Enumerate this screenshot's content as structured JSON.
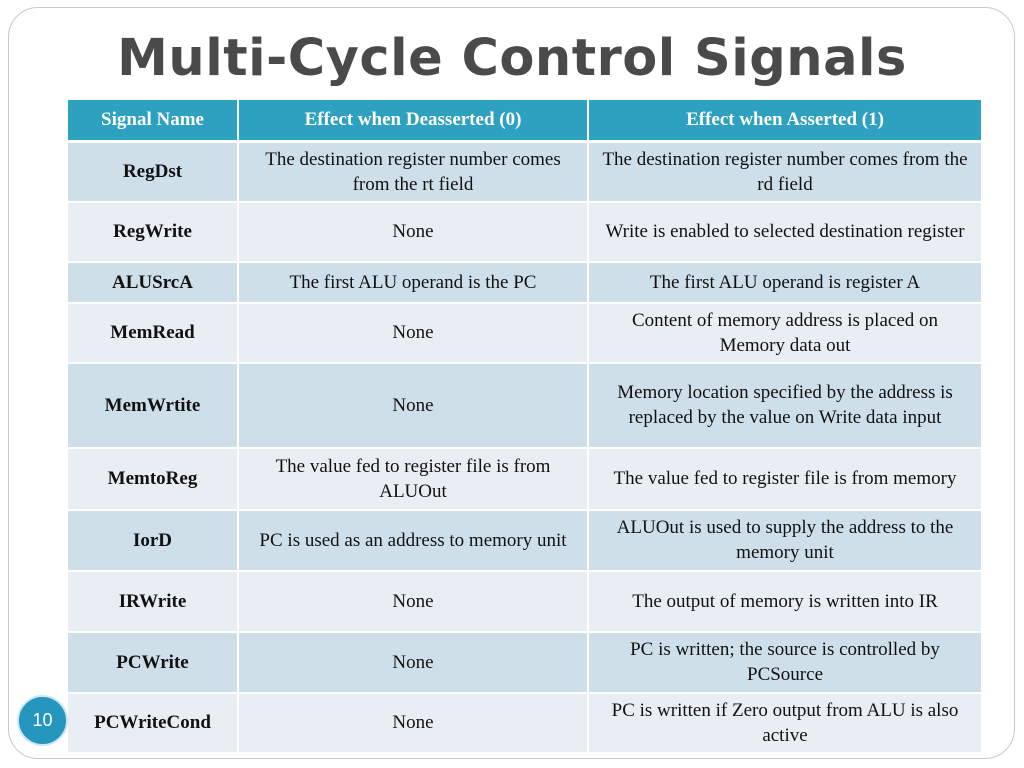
{
  "slide": {
    "title": "Multi-Cycle Control Signals",
    "page_number": "10"
  },
  "table": {
    "headers": [
      "Signal Name",
      "Effect when Deasserted (0)",
      "Effect when Asserted (1)"
    ],
    "rows": [
      {
        "signal": "RegDst",
        "deasserted": "The destination register number comes from the rt field",
        "asserted": "The destination register number comes from the rd field"
      },
      {
        "signal": "RegWrite",
        "deasserted": "None",
        "asserted": "Write is enabled to selected destination register"
      },
      {
        "signal": "ALUSrcA",
        "deasserted": "The first ALU operand is the PC",
        "asserted": "The first ALU operand is register A"
      },
      {
        "signal": "MemRead",
        "deasserted": "None",
        "asserted": "Content of memory address is placed on Memory data out"
      },
      {
        "signal": "MemWrtite",
        "deasserted": "None",
        "asserted": "Memory location specified by the address is replaced by the value on Write data input"
      },
      {
        "signal": "MemtoReg",
        "deasserted": "The value fed to register file is from ALUOut",
        "asserted": "The value fed to register file is from memory"
      },
      {
        "signal": "IorD",
        "deasserted": "PC is used as an address to memory unit",
        "asserted": "ALUOut is used to supply the address to the memory unit"
      },
      {
        "signal": "IRWrite",
        "deasserted": "None",
        "asserted": "The output of memory is written into IR"
      },
      {
        "signal": "PCWrite",
        "deasserted": "None",
        "asserted": "PC is written; the source is controlled by PCSource"
      },
      {
        "signal": "PCWriteCond",
        "deasserted": "None",
        "asserted": "PC is written if Zero output from ALU is also active"
      }
    ]
  },
  "colors": {
    "header_bg": "#2ea0c0",
    "row_dark": "#cfdfe9",
    "row_light": "#e8eef4",
    "title_text": "#4a4a4a",
    "page_badge": "#2596be"
  }
}
